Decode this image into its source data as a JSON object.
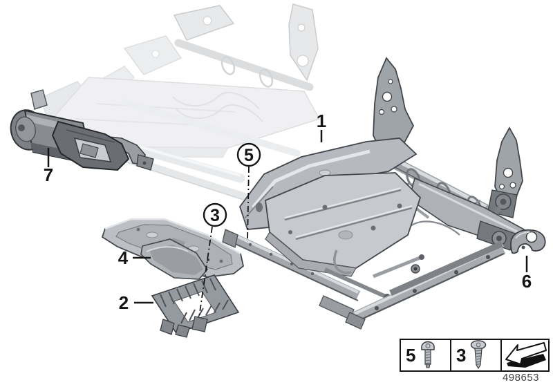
{
  "diagram": {
    "number": "498653",
    "style": {
      "background": "#ffffff",
      "outline_color": "#161616",
      "metal_light": "#e8eaec",
      "metal_mid": "#b6bac0",
      "metal_dark": "#6a6e74",
      "ghost_opacity": "0.3"
    },
    "callouts": [
      {
        "label": "1",
        "shape": "plain"
      },
      {
        "label": "2",
        "shape": "plain"
      },
      {
        "label": "3",
        "shape": "circled"
      },
      {
        "label": "4",
        "shape": "plain"
      },
      {
        "label": "5",
        "shape": "circled"
      },
      {
        "label": "6",
        "shape": "plain"
      },
      {
        "label": "7",
        "shape": "plain"
      }
    ],
    "legend": {
      "cells": [
        {
          "qty": "5",
          "icon": "screw-pan-head-icon"
        },
        {
          "qty": "3",
          "icon": "screw-oval-head-icon"
        },
        {
          "qty": "",
          "icon": "direction-arrow-icon"
        }
      ]
    }
  }
}
